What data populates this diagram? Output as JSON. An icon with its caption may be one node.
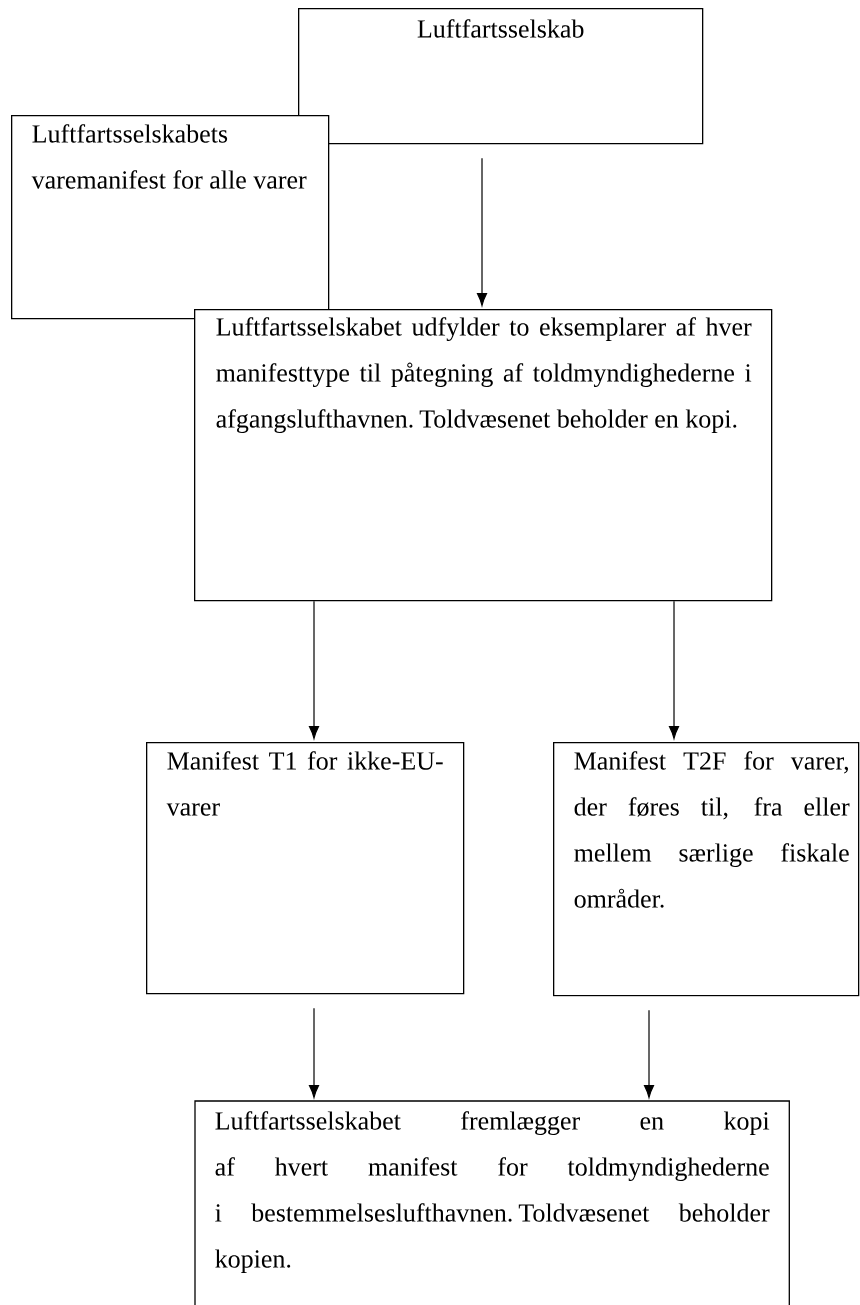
{
  "diagram": {
    "nodes": [
      {
        "text": [
          "Luftfartsselskab"
        ]
      },
      {
        "text": [
          "Luftfartsselskabets varemanifest for alle varer"
        ]
      },
      {
        "text": [
          "Luftfartsselskabet udfylder to eksemplarer af hver manifesttype til påtegning af toldmyndighederne i afgangslufthavnen. Toldvæsenet beholder en kopi."
        ]
      },
      {
        "text": [
          "Manifest T1 for ikke-EU-varer"
        ]
      },
      {
        "text": [
          "Manifest T2F for varer, der føres til, fra eller mellem særlige fiskale områder."
        ]
      },
      {
        "text": [
          "Luftfartsselskabet fremlægger en kopi af hvert manifest for toldmyndighederne i bestemmelseslufthavnen. Toldvæsenet beholder kopien."
        ]
      }
    ],
    "edges": [
      {
        "from": 0,
        "to": 2,
        "arrow": "to"
      },
      {
        "from": 2,
        "to": 3,
        "arrow": "to"
      },
      {
        "from": 2,
        "to": 4,
        "arrow": "to"
      },
      {
        "from": 3,
        "to": 5,
        "arrow": "to"
      },
      {
        "from": 4,
        "to": 5,
        "arrow": "to"
      }
    ]
  }
}
